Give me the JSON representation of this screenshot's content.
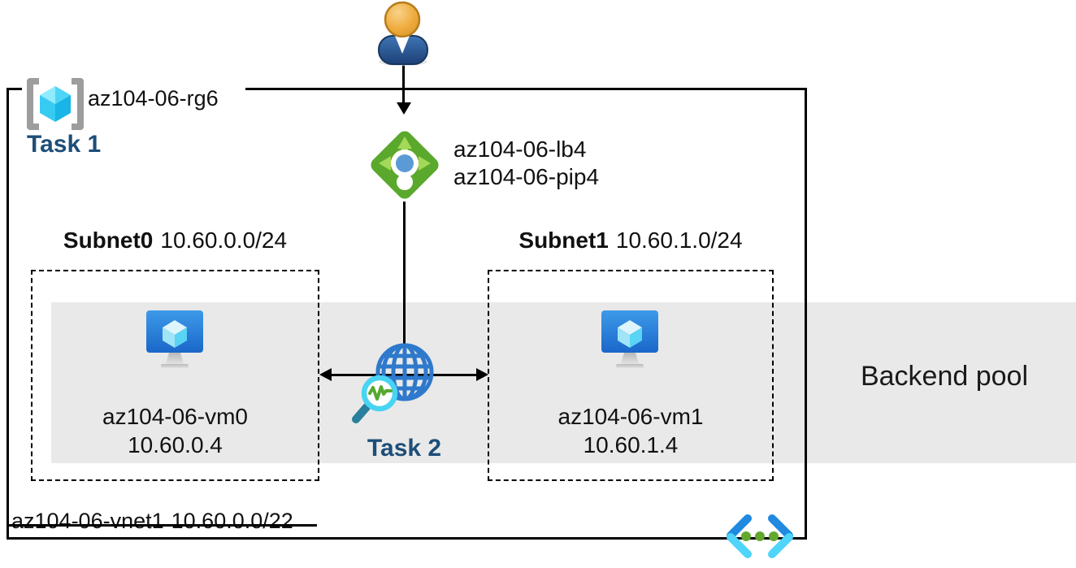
{
  "diagram": {
    "resource_group": {
      "name": "az104-06-rg6",
      "task_label": "Task 1"
    },
    "load_balancer": {
      "line1": "az104-06-lb4",
      "line2": "az104-06-pip4"
    },
    "probe_task_label": "Task 2",
    "subnets": [
      {
        "name": "Subnet0",
        "cidr": "10.60.0.0/24",
        "vm": {
          "name": "az104-06-vm0",
          "ip": "10.60.0.4"
        }
      },
      {
        "name": "Subnet1",
        "cidr": "10.60.1.0/24",
        "vm": {
          "name": "az104-06-vm1",
          "ip": "10.60.1.4"
        }
      }
    ],
    "backend_pool_label": "Backend pool",
    "vnet": {
      "name": "az104-06-vnet1",
      "cidr": "10.60.0.0/22"
    },
    "icons": [
      "user-icon",
      "load-balancer-icon",
      "resource-group-icon",
      "vm-icon",
      "globe-monitoring-icon",
      "virtual-network-icon"
    ],
    "colors": {
      "task_text": "#1d4e79",
      "backend_band": "#e9e9e9",
      "lb_green": "#5aa82c",
      "lb_arrow_green": "#a4d858",
      "lb_dot_blue": "#5b9bd5",
      "vm_screen_blue_top": "#3e9ae9",
      "vm_screen_blue_bottom": "#1a67c9",
      "globe_blue": "#2e79cc",
      "magnifier_ring": "#48d4f2",
      "magnifier_pulse_green": "#56a82f",
      "magnifier_handle": "#2a7f9c",
      "vnet_chevron_blue": "#2089e0",
      "vnet_chevron_cyan": "#4fd4fa",
      "vnet_dot_green": "#63a82e",
      "rg_cube_cyan": "#45d0f4",
      "rg_bracket_gray": "#9d9d9d"
    }
  }
}
